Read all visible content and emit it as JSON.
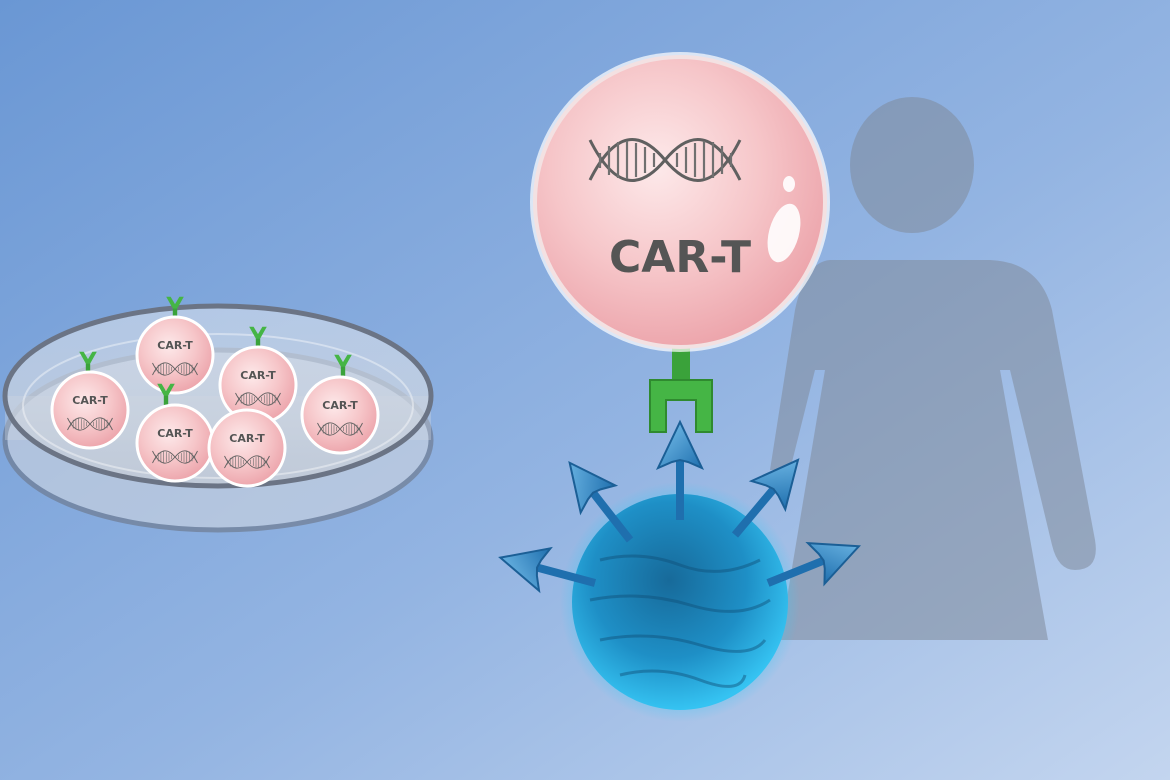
{
  "cell_label": "CAR-T",
  "colors": {
    "background_start": "#6f9bd6",
    "background_end": "#bcd0ee",
    "cell_fill": "#f6c3c6",
    "cell_rim": "#e79aa1",
    "cell_text": "#555555",
    "receptor_green": "#3aa23a",
    "antigen_blue": "#2f86c8",
    "tumor_cyan": "#29a6df",
    "patient_silhouette": "#7f8a9a",
    "dish_rim": "#6b7485"
  },
  "dish": {
    "cells": [
      {
        "label": "CAR-T"
      },
      {
        "label": "CAR-T"
      },
      {
        "label": "CAR-T"
      },
      {
        "label": "CAR-T"
      },
      {
        "label": "CAR-T"
      },
      {
        "label": "CAR-T"
      }
    ]
  },
  "main_cell": {
    "label": "CAR-T"
  },
  "icons": [
    "dna-icon",
    "car-receptor-icon",
    "antigen-arrow-icon",
    "patient-silhouette-icon",
    "petri-dish-icon",
    "tumor-cell-icon"
  ]
}
